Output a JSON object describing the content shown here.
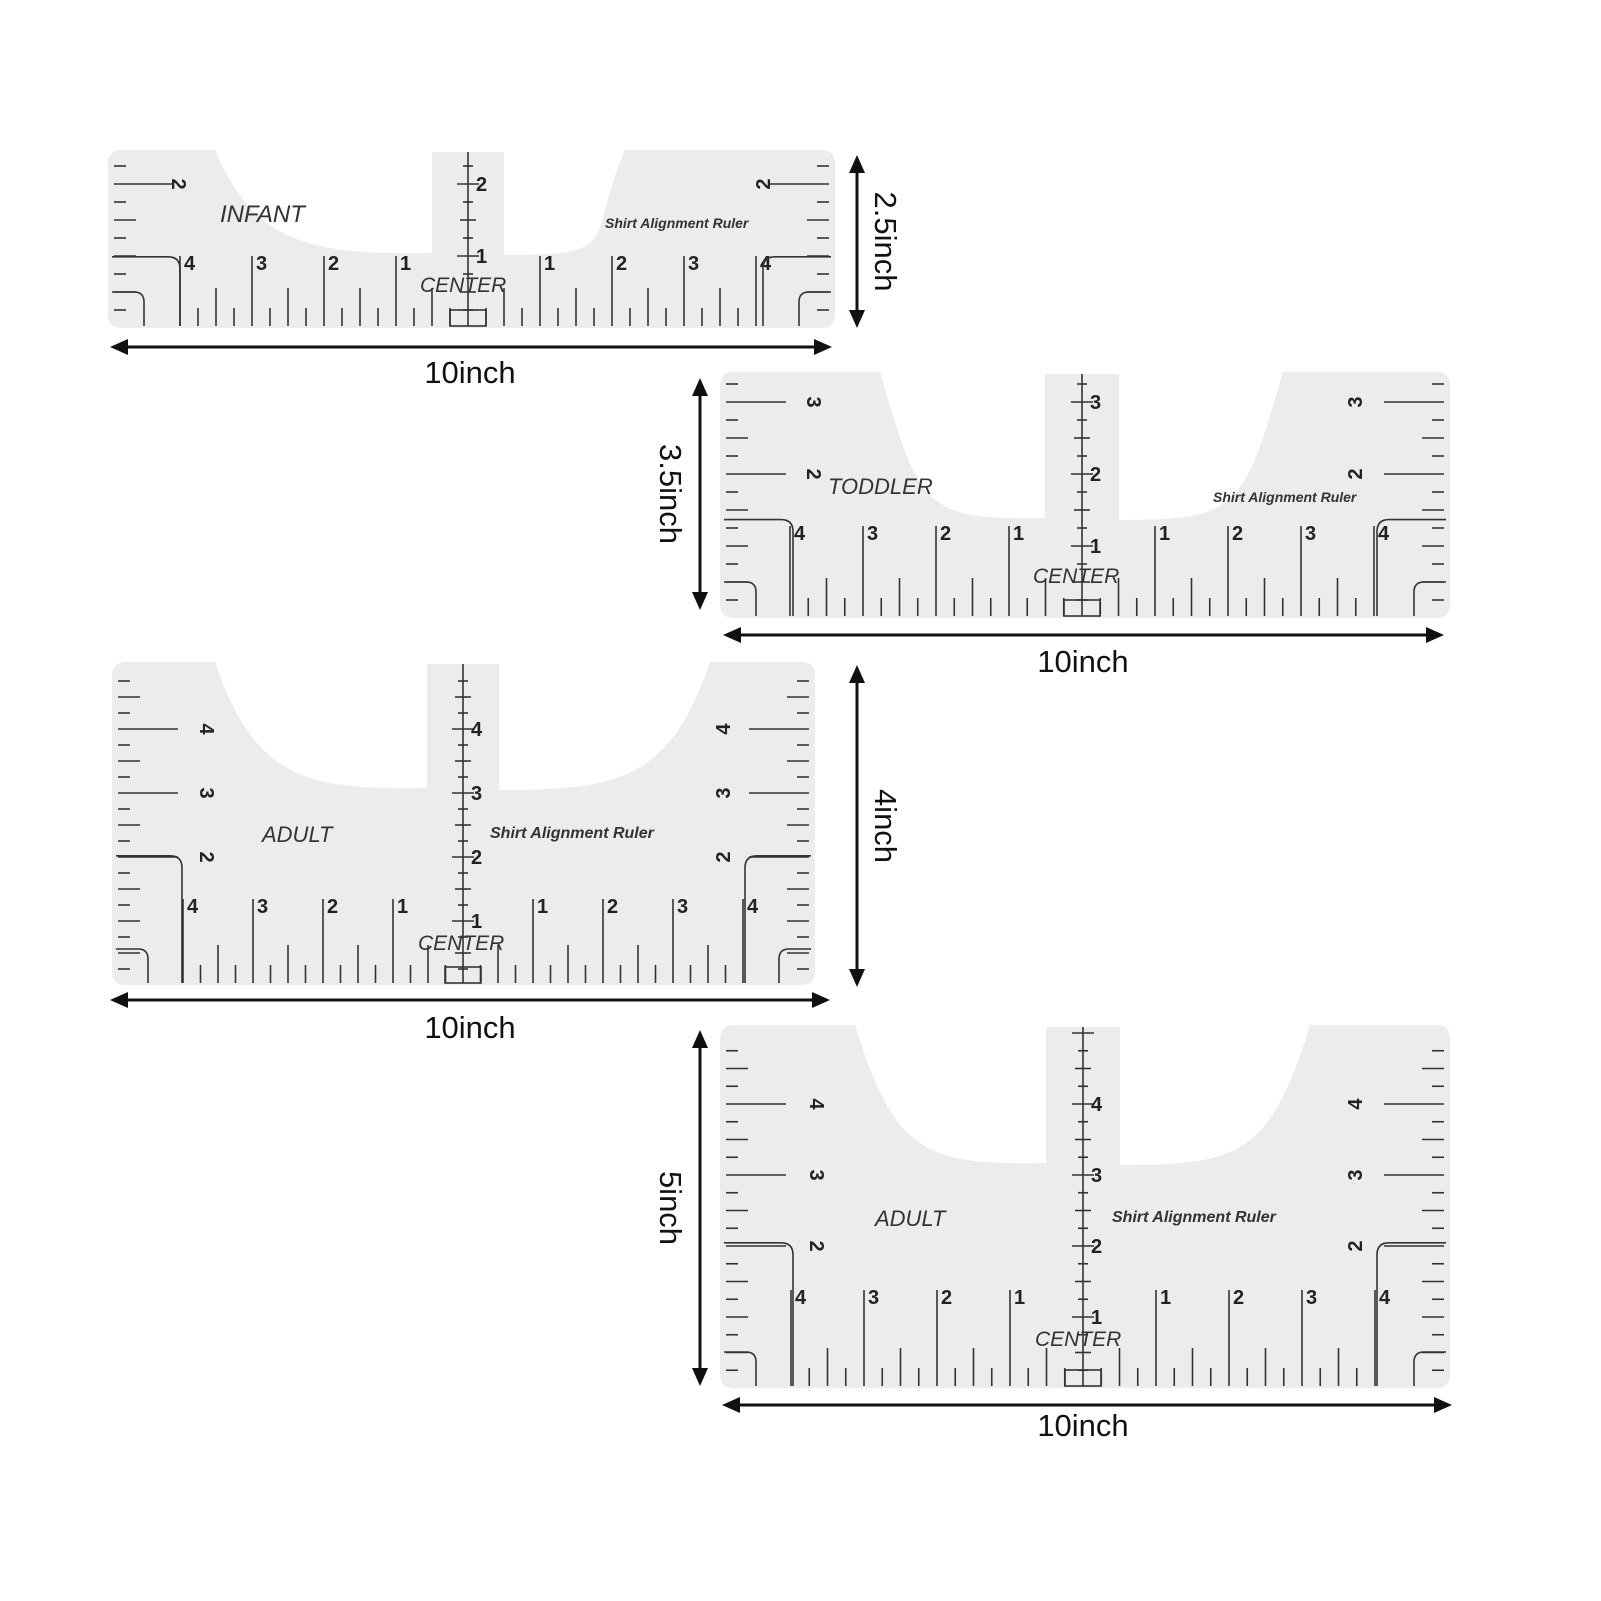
{
  "colors": {
    "ruler_fill": "#ececec",
    "ink": "#333333",
    "arrow": "#111111"
  },
  "rulers": [
    {
      "label": "INFANT",
      "subtitle": "Shirt Alignment Ruler",
      "center_label": "CENTER",
      "horizontal_numbers": [
        "4",
        "3",
        "2",
        "1",
        "1",
        "2",
        "3",
        "4"
      ],
      "center_numbers": [
        "1",
        "2"
      ],
      "side_numbers": [
        "2"
      ],
      "height_dim": "2.5inch",
      "width_dim": "10inch"
    },
    {
      "label": "TODDLER",
      "subtitle": "Shirt Alignment Ruler",
      "center_label": "CENTER",
      "horizontal_numbers": [
        "4",
        "3",
        "2",
        "1",
        "1",
        "2",
        "3",
        "4"
      ],
      "center_numbers": [
        "1",
        "2",
        "3"
      ],
      "side_numbers": [
        "2",
        "3"
      ],
      "height_dim": "3.5inch",
      "width_dim": "10inch"
    },
    {
      "label": "ADULT",
      "subtitle": "Shirt Alignment Ruler",
      "center_label": "CENTER",
      "horizontal_numbers": [
        "4",
        "3",
        "2",
        "1",
        "1",
        "2",
        "3",
        "4"
      ],
      "center_numbers": [
        "1",
        "2",
        "3",
        "4"
      ],
      "side_numbers": [
        "2",
        "3",
        "4"
      ],
      "height_dim": "4inch",
      "width_dim": "10inch"
    },
    {
      "label": "ADULT",
      "subtitle": "Shirt Alignment Ruler",
      "center_label": "CENTER",
      "horizontal_numbers": [
        "4",
        "3",
        "2",
        "1",
        "1",
        "2",
        "3",
        "4"
      ],
      "center_numbers": [
        "1",
        "2",
        "3",
        "4"
      ],
      "side_numbers": [
        "2",
        "3",
        "4"
      ],
      "height_dim": "5inch",
      "width_dim": "10inch"
    }
  ]
}
